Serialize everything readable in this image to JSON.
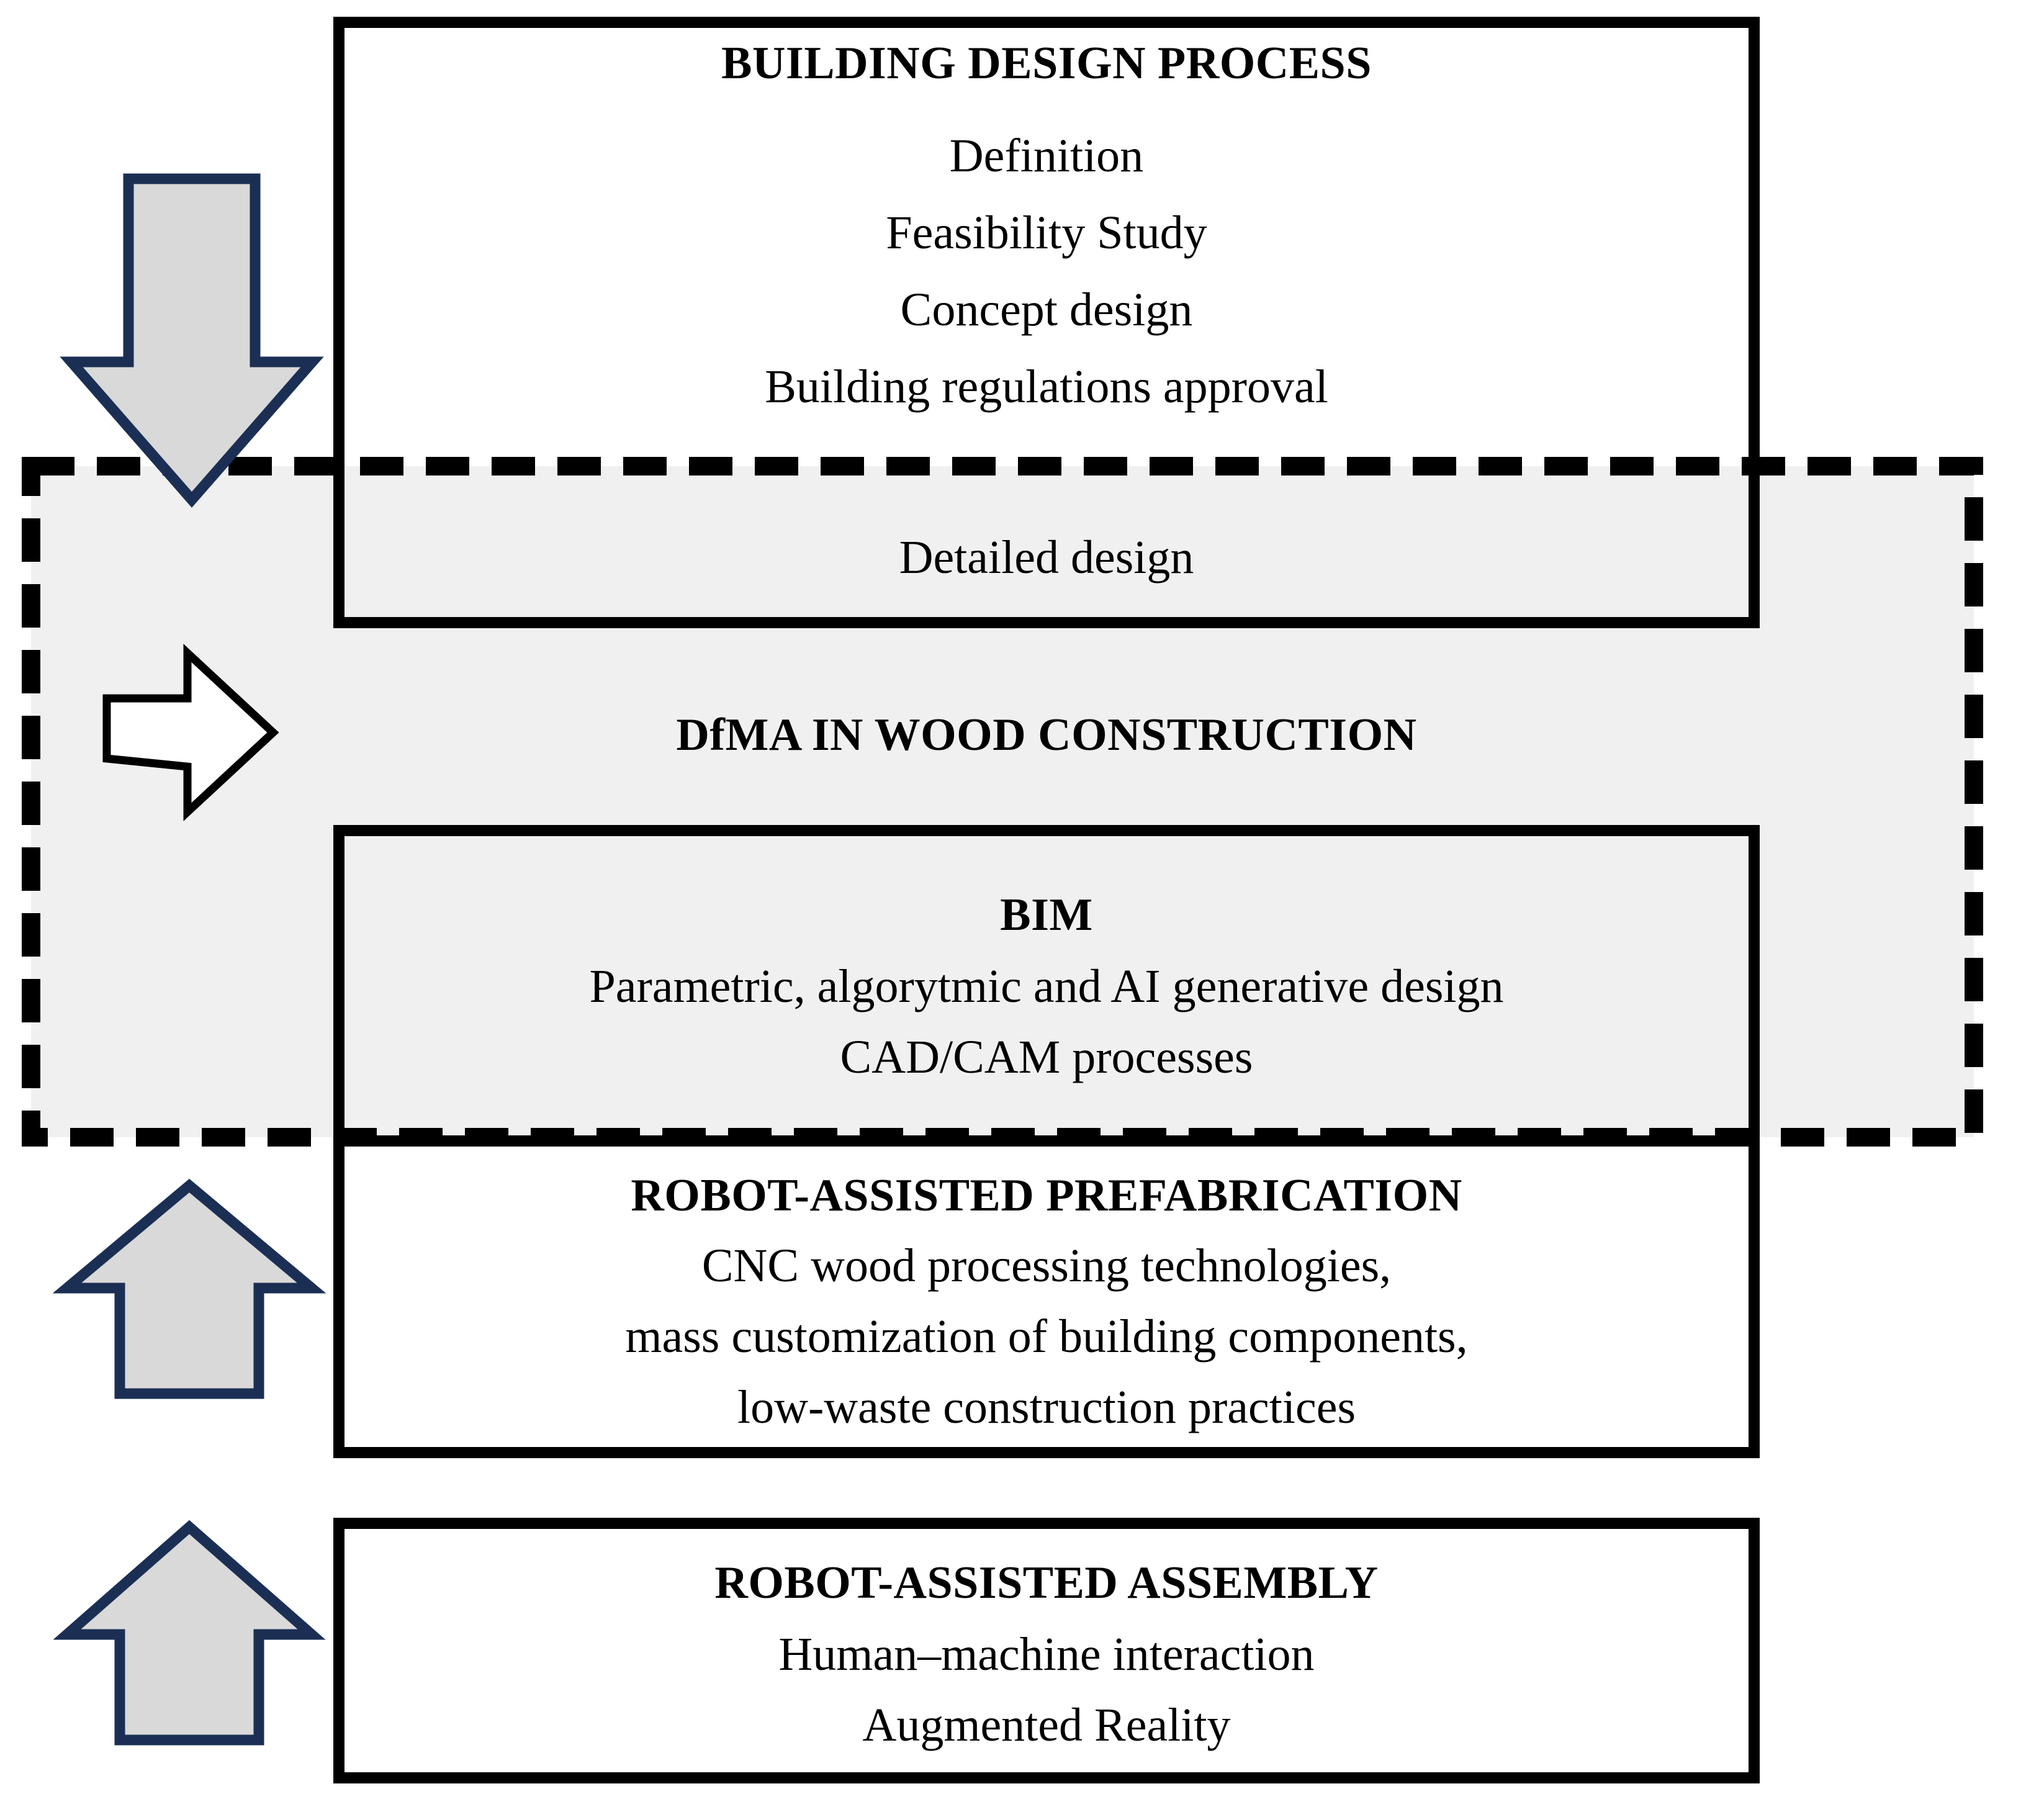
{
  "diagram": {
    "title": "DfMA in wood construction workflow",
    "colors": {
      "box_border": "#000000",
      "box_fill": "#ffffff",
      "highlight_fill": "#f0f0f0",
      "dashed_border": "#000000",
      "arrow_fill": "#d9d9d9",
      "arrow_border": "#1b2f54",
      "open_arrow_fill": "#ffffff",
      "open_arrow_border": "#000000",
      "text": "#000000"
    },
    "sections": [
      {
        "id": "building-design-process",
        "heading": "BUILDING DESIGN PROCESS",
        "lines": [
          "Definition",
          "Feasibility Study",
          "Concept design",
          "Building regulations approval"
        ],
        "inner_line": "Detailed design"
      },
      {
        "id": "dfma-band",
        "heading": "DfMA IN WOOD CONSTRUCTION",
        "lines": []
      },
      {
        "id": "bim",
        "heading": "BIM",
        "lines": [
          "Parametric, algorytmic and AI generative design",
          "CAD/CAM processes"
        ]
      },
      {
        "id": "robot-assisted-prefabrication",
        "heading": "ROBOT-ASSISTED PREFABRICATION",
        "lines": [
          "CNC wood processing technologies,",
          "mass customization of building components,",
          "low-waste construction practices"
        ]
      },
      {
        "id": "robot-assisted-assembly",
        "heading": "ROBOT-ASSISTED ASSEMBLY",
        "lines": [
          "Human–machine interaction",
          "Augmented Reality"
        ]
      }
    ],
    "arrows": [
      {
        "id": "arrow-down-design",
        "direction": "down",
        "style": "filled"
      },
      {
        "id": "arrow-right-dfma",
        "direction": "right",
        "style": "outline"
      },
      {
        "id": "arrow-up-prefabrication",
        "direction": "up",
        "style": "filled"
      },
      {
        "id": "arrow-up-assembly",
        "direction": "up",
        "style": "filled"
      }
    ]
  }
}
